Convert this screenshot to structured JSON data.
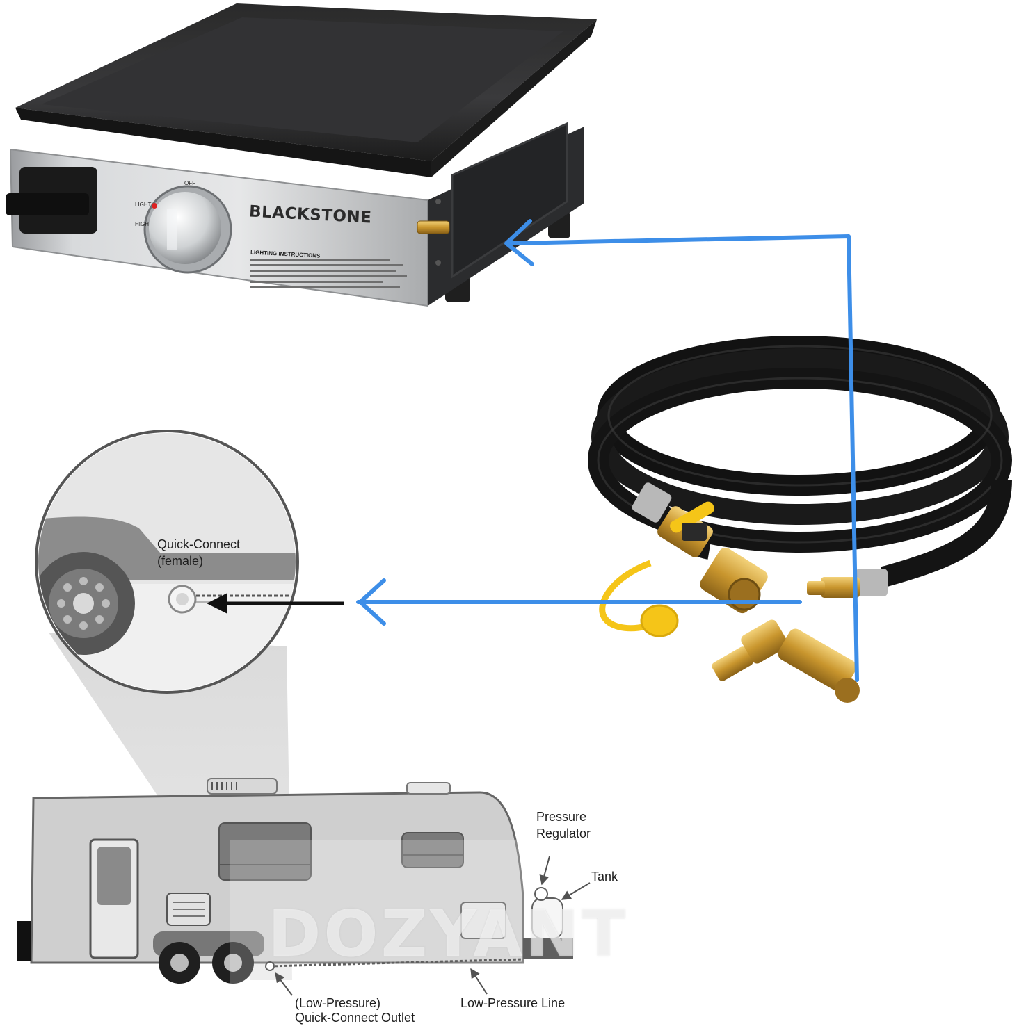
{
  "griddle": {
    "brand": "BLACKSTONE",
    "knob_label_off": "OFF",
    "knob_label_light": "LIGHT",
    "knob_label_high": "HIGH",
    "instructions_title": "LIGHTING INSTRUCTIONS"
  },
  "inset": {
    "label_line1": "Quick-Connect",
    "label_line2": "(female)"
  },
  "rv_diagram": {
    "pressure_regulator_line1": "Pressure",
    "pressure_regulator_line2": "Regulator",
    "tank": "Tank",
    "outlet_line1": "(Low-Pressure)",
    "outlet_line2": "Quick-Connect Outlet",
    "low_pressure_line": "Low-Pressure Line"
  },
  "watermark": "DOZYANT",
  "colors": {
    "arrow_blue": "#3d8ee8",
    "hose_black": "#161616",
    "brass": "#c9962e",
    "cap_yellow": "#f5c518",
    "griddle_steel": "#c9cbcd"
  }
}
